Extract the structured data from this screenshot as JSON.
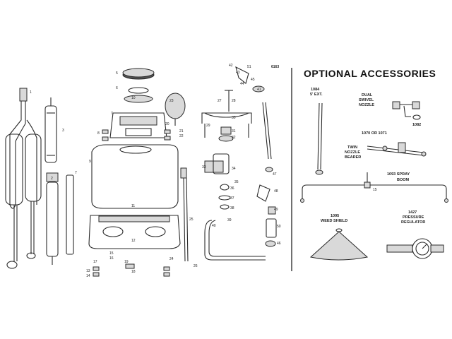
{
  "heading": "OPTIONAL ACCESSORIES",
  "part_numbers": {
    "p1": "1",
    "p2": "2",
    "p3": "3",
    "p5": "5",
    "p6": "6",
    "p7": "7",
    "p8": "8",
    "p9": "9",
    "p10": "10",
    "p11": "11",
    "p12": "12",
    "p13": "13",
    "p14": "14",
    "p15": "15",
    "p16": "16",
    "p17": "17",
    "p18": "18",
    "p19": "19",
    "p20": "20",
    "p21": "21",
    "p22": "22",
    "p23": "23",
    "p24": "24",
    "p25": "25",
    "p26": "26",
    "p27": "27",
    "p28": "28",
    "p29": "29",
    "p30": "30",
    "p31": "31",
    "p32": "32",
    "p33": "33",
    "p34": "34",
    "p35": "35",
    "p36": "36",
    "p37": "37",
    "p38": "38",
    "p39": "39",
    "p40": "40",
    "p41": "41",
    "p42": "42",
    "p43": "43",
    "p44": "44",
    "p45": "45",
    "p46": "46",
    "p47": "47",
    "p48": "48",
    "p49": "49",
    "p50": "50",
    "p51": "51",
    "p6163": "6163"
  },
  "accessories": {
    "ext_num": "1084",
    "ext_desc": "5' EXT.",
    "dual_line1": "DUAL",
    "dual_line2": "SWIVEL",
    "dual_line3": "NOZZLE",
    "dual_num": "1082",
    "bearer_num": "1070 OR 1071",
    "bearer_line1": "TWIN",
    "bearer_line2": "NOZZLE",
    "bearer_line3": "BEARER",
    "boom_num": "1093 SPRAY",
    "boom_desc": "BOOM",
    "boom_part": "15",
    "shield_num": "1095",
    "shield_desc": "WEED SHIELD",
    "reg_num": "1427",
    "reg_line1": "PRESSURE",
    "reg_line2": "REGULATOR"
  }
}
